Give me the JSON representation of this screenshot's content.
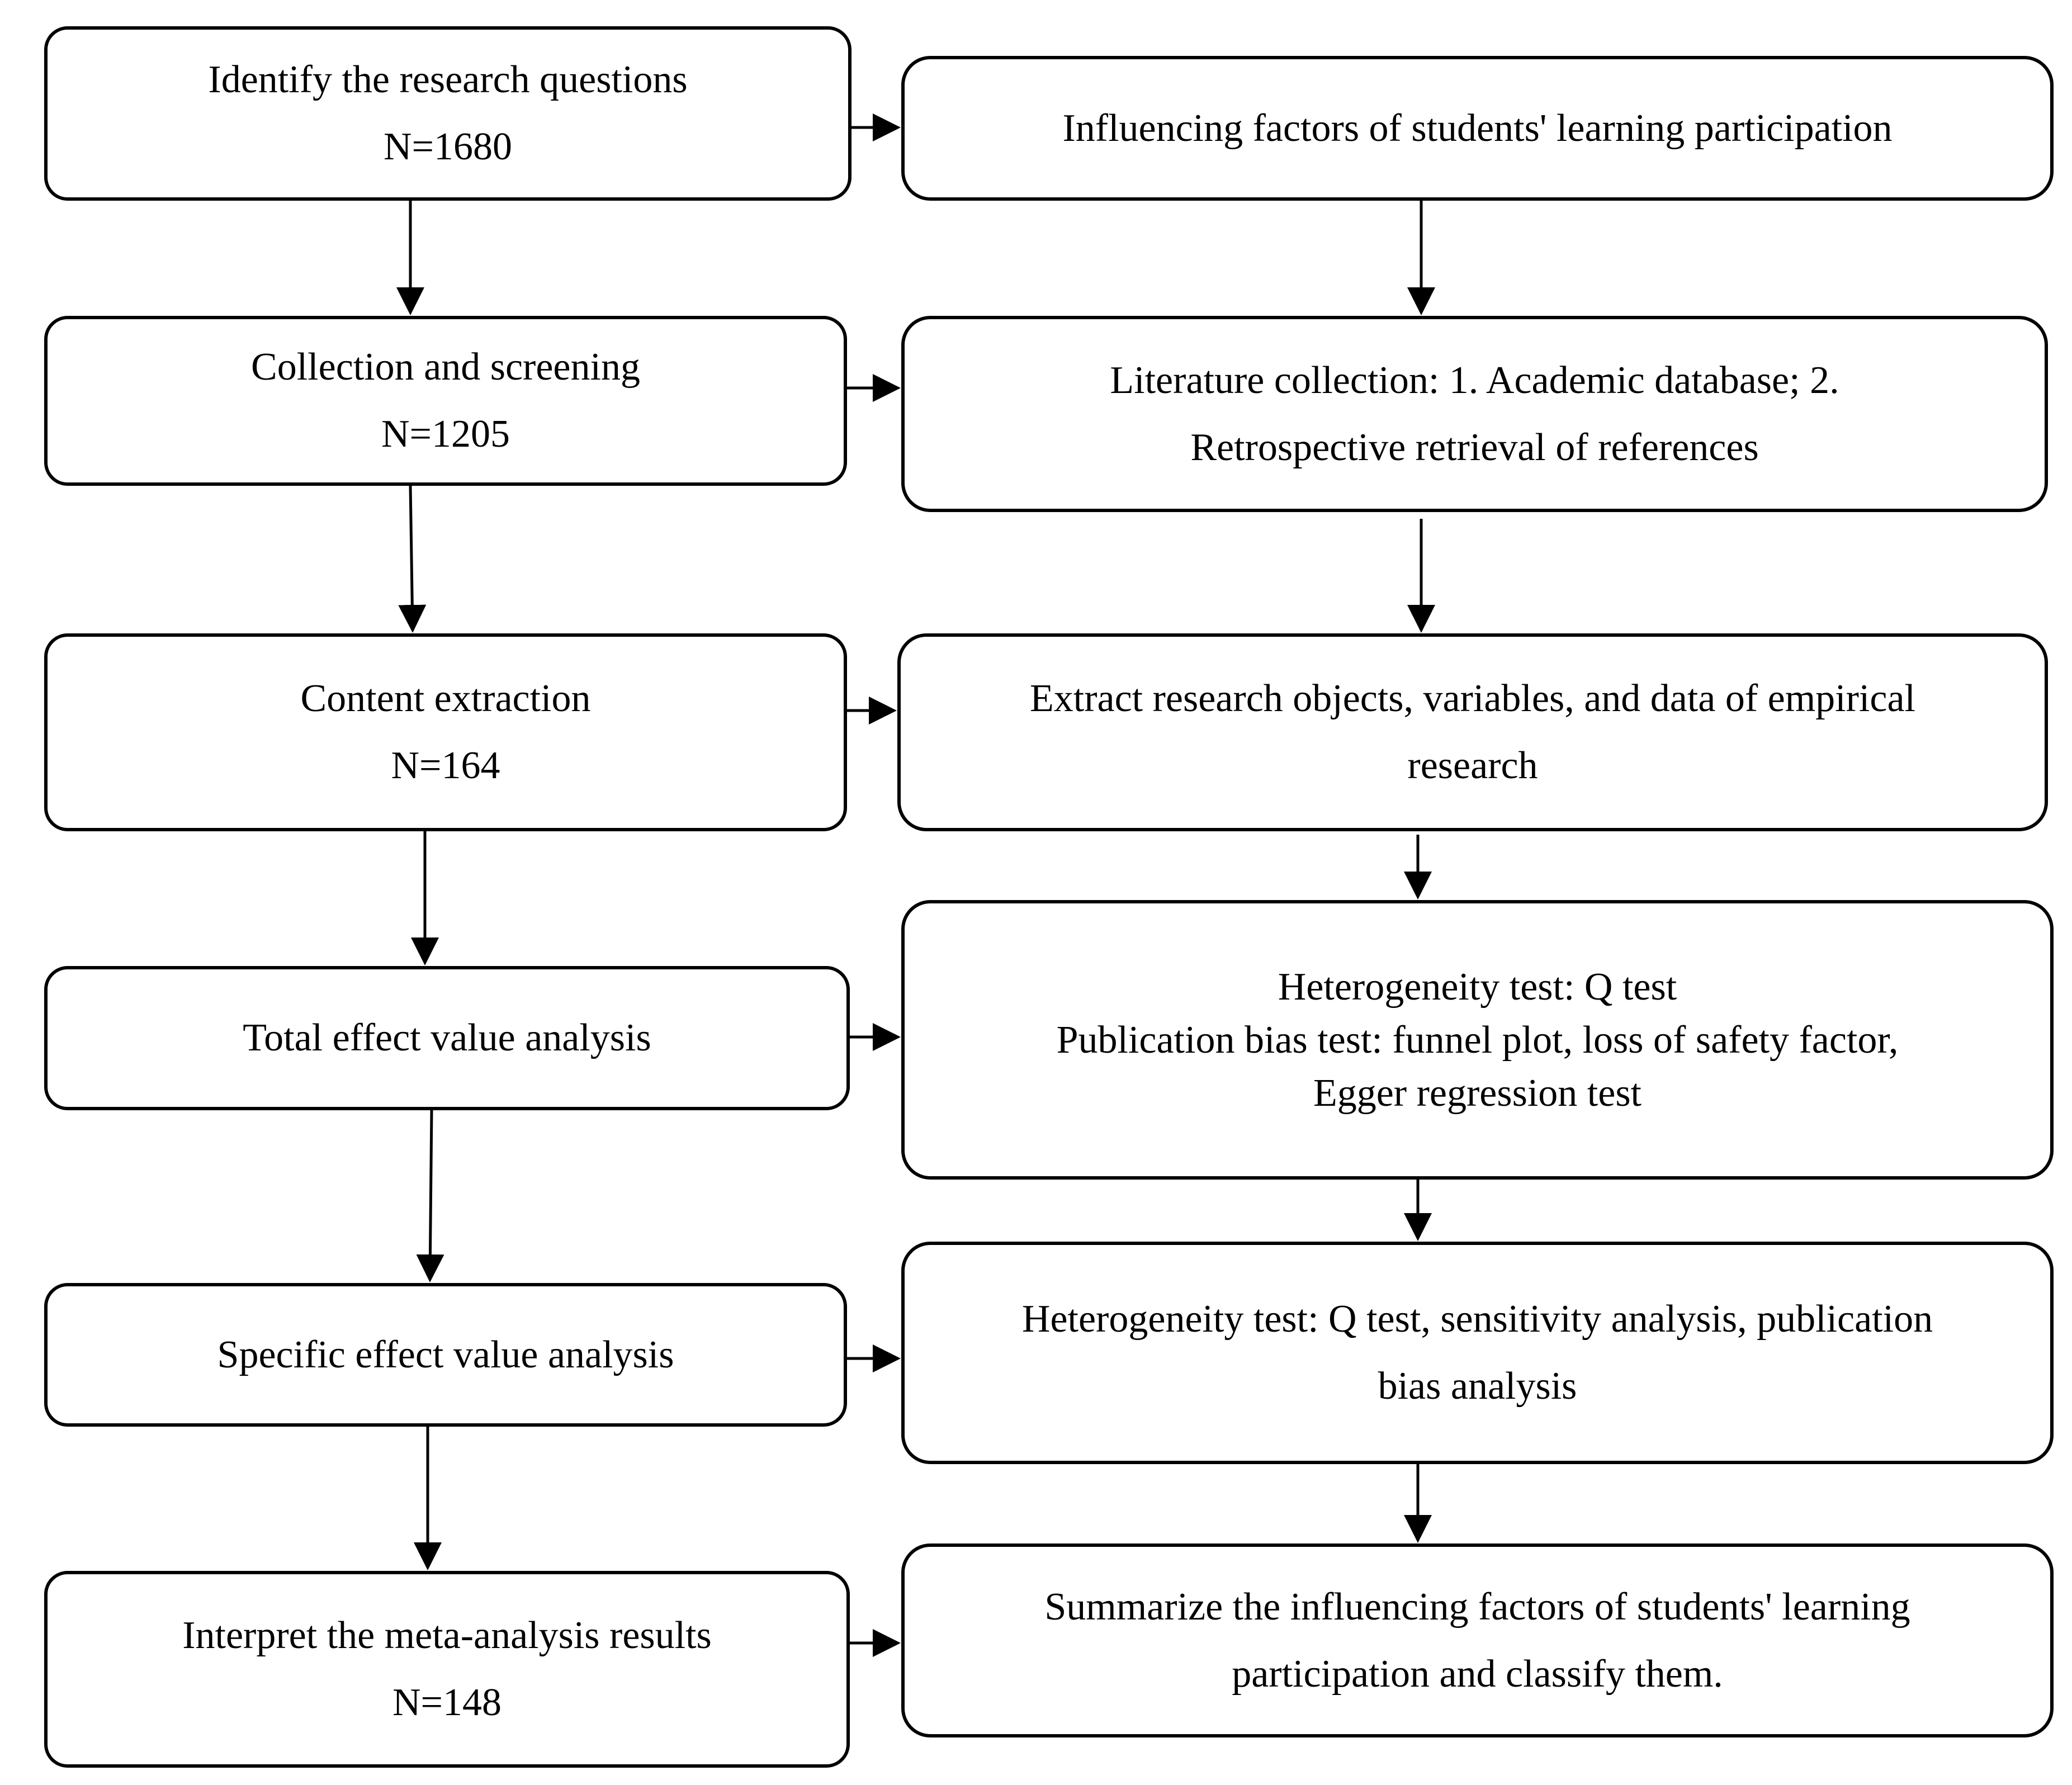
{
  "left_column": [
    {
      "lines": [
        "Identify the research questions",
        "N=1680"
      ]
    },
    {
      "lines": [
        "Collection and screening",
        "N=1205"
      ]
    },
    {
      "lines": [
        "Content extraction",
        "N=164"
      ]
    },
    {
      "lines": [
        "Total effect value analysis"
      ]
    },
    {
      "lines": [
        "Specific effect value analysis"
      ]
    },
    {
      "lines": [
        "Interpret the meta-analysis results",
        "N=148"
      ]
    }
  ],
  "right_column": [
    {
      "lines": [
        "Influencing factors of students' learning participation"
      ]
    },
    {
      "lines": [
        "Literature collection: 1. Academic database; 2.",
        "Retrospective retrieval of references"
      ]
    },
    {
      "lines": [
        "Extract research objects, variables, and data of empirical",
        "research"
      ]
    },
    {
      "lines": [
        "Heterogeneity test: Q test",
        "Publication bias test: funnel plot, loss of safety factor,",
        "Egger regression test"
      ]
    },
    {
      "lines": [
        "Heterogeneity test: Q test, sensitivity analysis, publication",
        "bias analysis"
      ]
    },
    {
      "lines": [
        "Summarize the influencing factors of students' learning",
        "participation and classify them."
      ]
    }
  ]
}
